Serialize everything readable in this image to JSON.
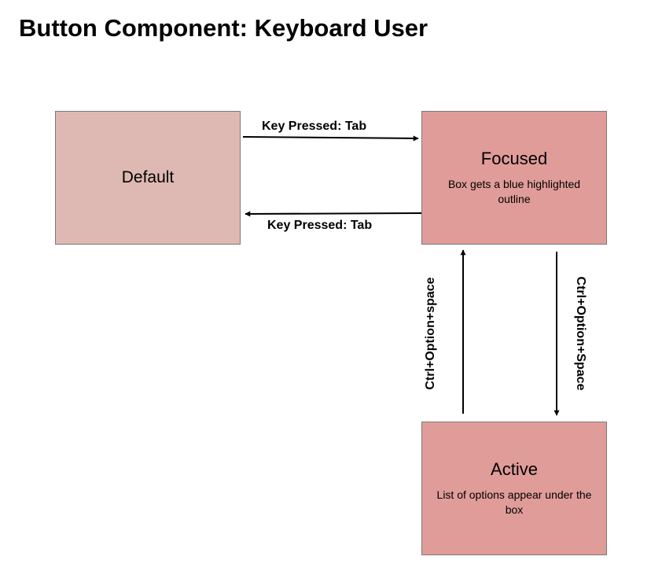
{
  "title": "Button Component: Keyboard User",
  "states": {
    "default": {
      "label": "Default"
    },
    "focused": {
      "label": "Focused",
      "description": "Box gets a blue highlighted outline"
    },
    "active": {
      "label": "Active",
      "description": "List of options appear under the box"
    }
  },
  "transitions": {
    "default_to_focused": "Key Pressed: Tab",
    "focused_to_default": "Key Pressed: Tab",
    "active_to_focused": "Ctrl+Option+space",
    "focused_to_active": "Ctrl+Option+Space"
  },
  "colors": {
    "default_fill": "#deb9b3",
    "state_fill": "#e09c99",
    "border": "#7a7a7a",
    "arrow": "#000000"
  }
}
